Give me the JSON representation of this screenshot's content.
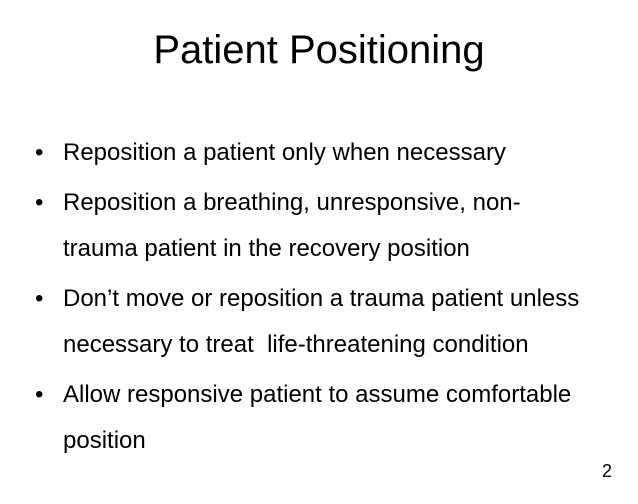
{
  "slide": {
    "title": "Patient Positioning",
    "bullet_char": "•",
    "bullets": [
      {
        "lines": [
          "Reposition a patient only when necessary"
        ]
      },
      {
        "lines": [
          "Reposition a breathing, unresponsive, non-",
          "trauma patient in the recovery position"
        ]
      },
      {
        "lines": [
          "Don’t move or reposition a trauma patient unless",
          "necessary to treat  life-threatening condition"
        ]
      },
      {
        "lines": [
          "Allow responsive patient to assume comfortable",
          "position"
        ]
      }
    ],
    "page_number": "2",
    "colors": {
      "background": "#ffffff",
      "text": "#000000"
    }
  }
}
